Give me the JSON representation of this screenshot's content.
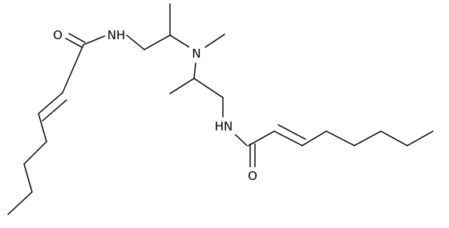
{
  "molecule": {
    "atoms": {
      "o1": "O",
      "n1": "NH",
      "n2": "N",
      "n3": "HN",
      "o2": "O"
    }
  }
}
